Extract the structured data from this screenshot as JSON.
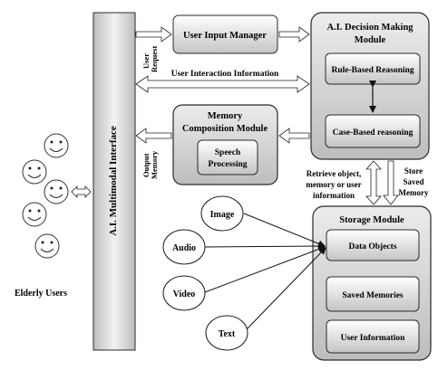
{
  "title": "",
  "colors": {
    "box_fill_top": "#ffffff",
    "box_fill_bottom": "#c4c4c4",
    "panel_fill": "#d0d0d0",
    "stroke": "#2a2a2a",
    "face_fill": "#fdfdfd"
  },
  "interface": {
    "label": "A.I. Multimodal Interface"
  },
  "users": {
    "label": "Elderly Users",
    "faces": [
      "face",
      "face",
      "face",
      "face",
      "face"
    ]
  },
  "modules": {
    "input_manager": {
      "label": "User Input Manager"
    },
    "decision": {
      "title_line1": "A.I. Decision Making",
      "title_line2": "Module",
      "rule": "Rule-Based Reasoning",
      "case": "Case-Based reasoning"
    },
    "memory": {
      "title_line1": "Memory",
      "title_line2": "Composition Module",
      "speech_line1": "Speech",
      "speech_line2": "Processing"
    },
    "storage": {
      "title": "Storage Module",
      "items": [
        "Data Objects",
        "Saved Memories",
        "User Information"
      ]
    }
  },
  "inputs": [
    "Image",
    "Audio",
    "Video",
    "Text"
  ],
  "flows": {
    "user_request_line1": "User",
    "user_request_line2": "Request",
    "interaction": "User Interaction Information",
    "output_memory_line1": "Output",
    "output_memory_line2": "Memory",
    "retrieve_line1": "Retrieve object,",
    "retrieve_line2": "memory or user",
    "retrieve_line3": "information",
    "store_line1": "Store",
    "store_line2": "Saved",
    "store_line3": "Memory"
  }
}
